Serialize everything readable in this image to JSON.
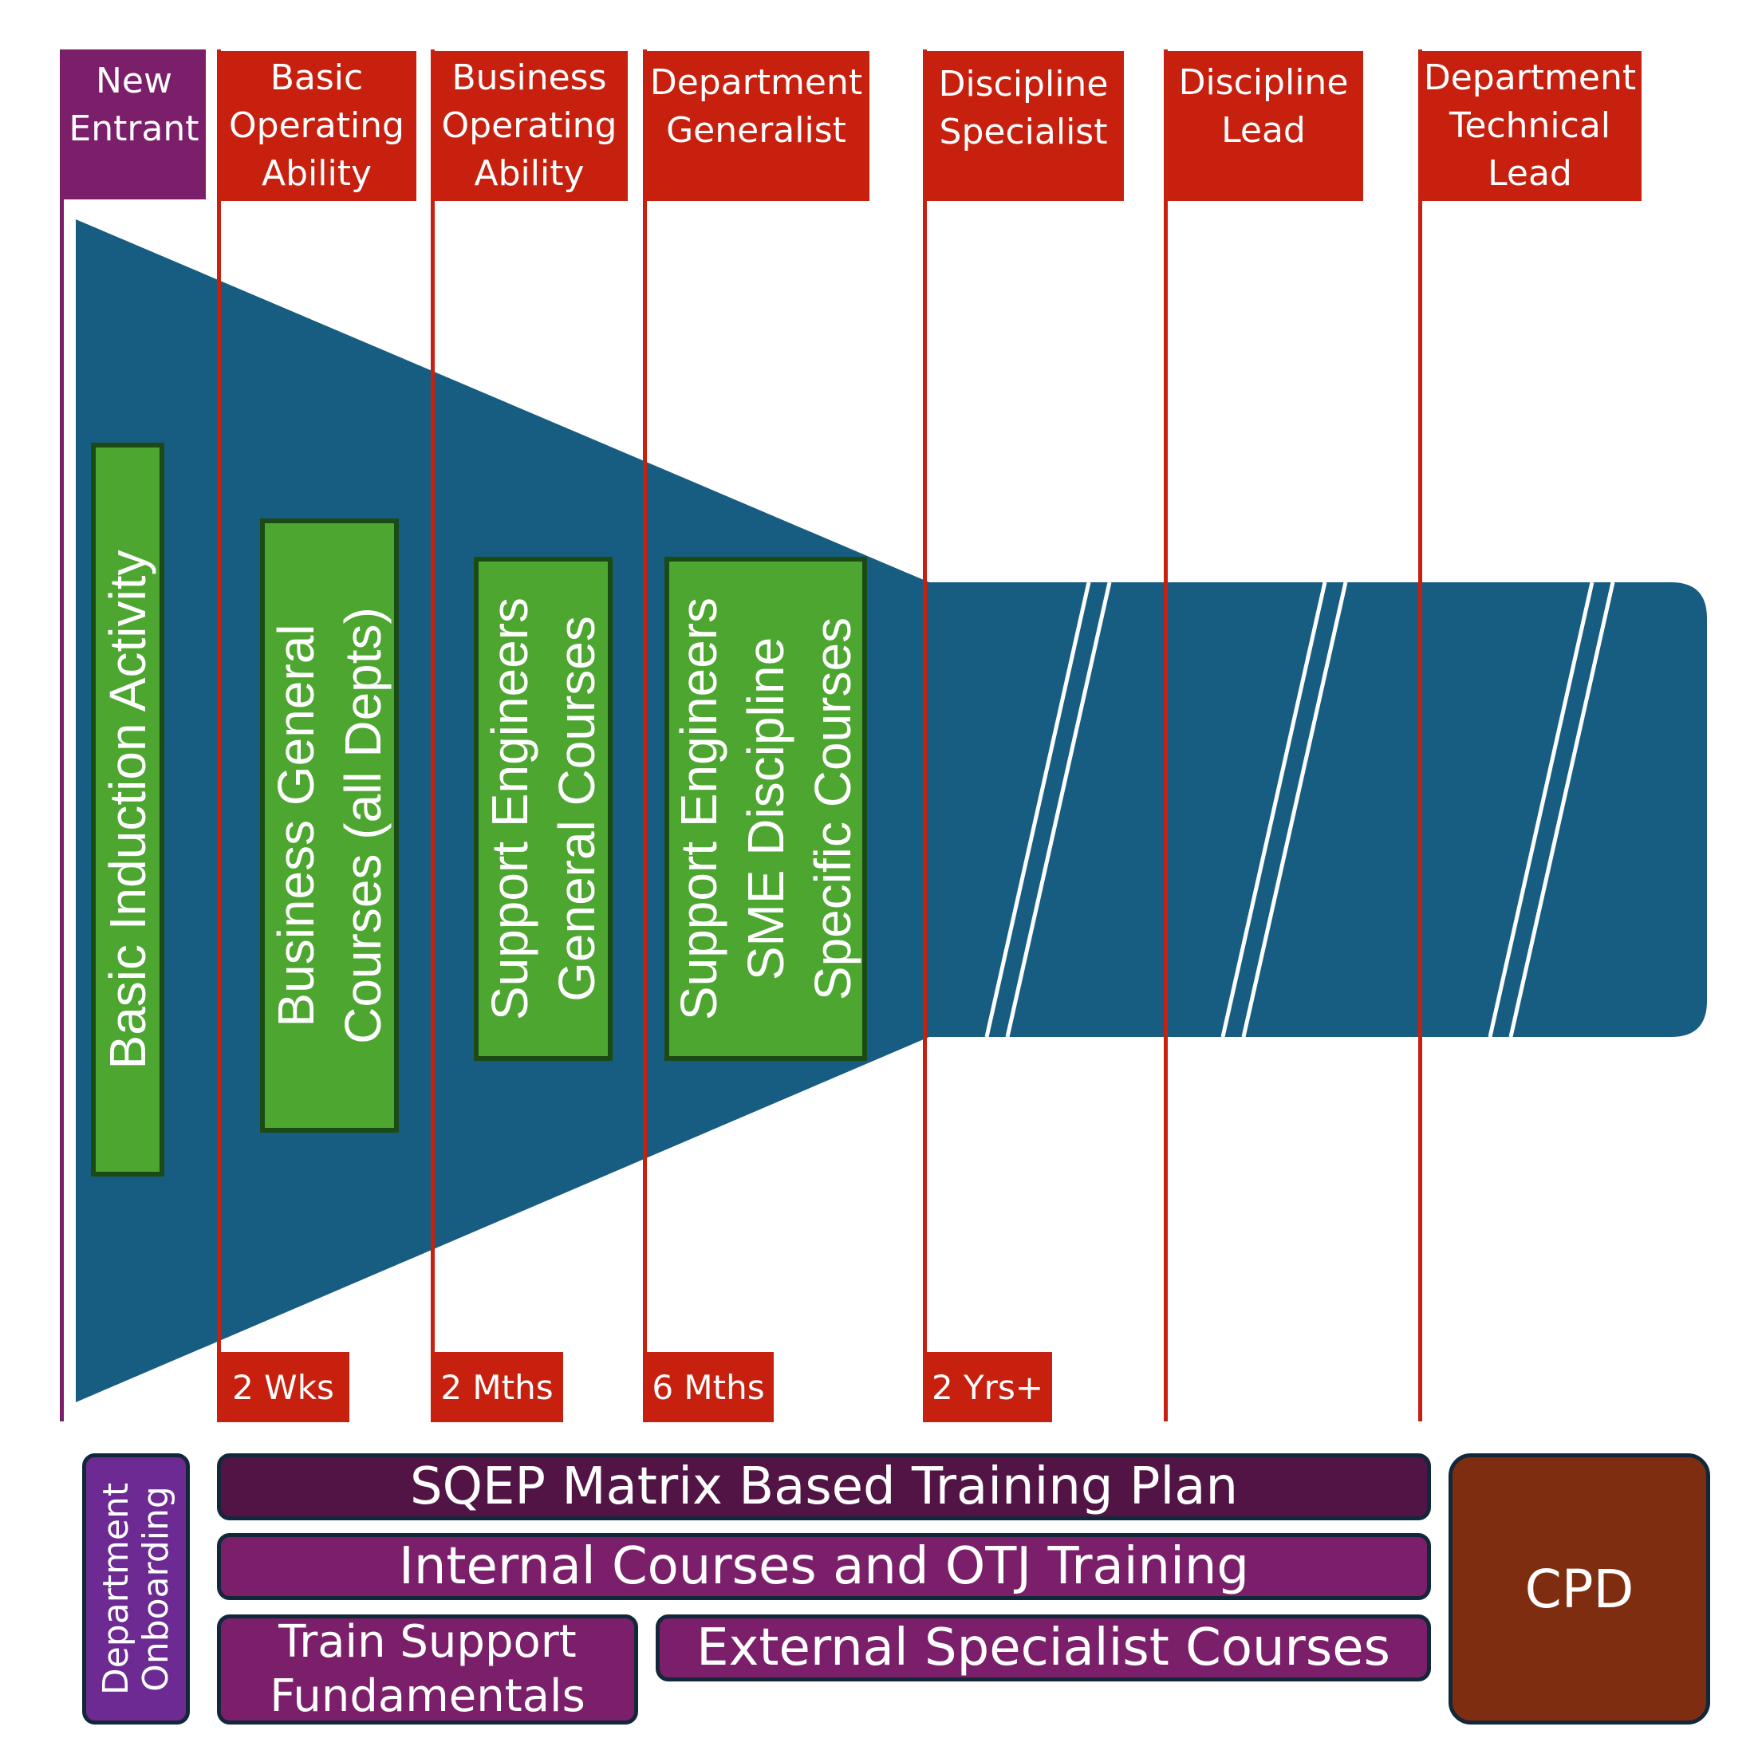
{
  "stages": [
    {
      "label": "New\nEntrant",
      "color": "#7b1f6b"
    },
    {
      "label": "Basic\nOperating\nAbility",
      "color": "#c8200f"
    },
    {
      "label": "Business\nOperating\nAbility",
      "color": "#c8200f"
    },
    {
      "label": "Department\nGeneralist",
      "color": "#c8200f"
    },
    {
      "label": "Discipline\nSpecialist",
      "color": "#c8200f"
    },
    {
      "label": "Discipline\nLead",
      "color": "#c8200f"
    },
    {
      "label": "Department\nTechnical\nLead",
      "color": "#c8200f"
    }
  ],
  "durations": [
    "2 Wks",
    "2 Mths",
    "6 Mths",
    "2 Yrs+"
  ],
  "courses": [
    "Basic Induction Activity",
    "Business General\nCourses (all Depts)",
    "Support Engineers\nGeneral Courses",
    "Support Engineers\nSME Discipline\nSpecific Courses"
  ],
  "bottom": {
    "onboarding": "Department\nOnboarding",
    "sqep": "SQEP Matrix Based Training Plan",
    "internal": "Internal Courses and OTJ Training",
    "fundamentals": "Train Support\nFundamentals",
    "external": "External Specialist Courses",
    "cpd": "CPD"
  },
  "colors": {
    "funnel": "#175d82",
    "course_box": "#4da630",
    "stage_new_entrant": "#7b1f6b",
    "stage_other": "#c8200f",
    "onboarding": "#6c2a92",
    "sqep": "#511445",
    "bars": "#7b1f6b",
    "cpd": "#7f2d11"
  }
}
